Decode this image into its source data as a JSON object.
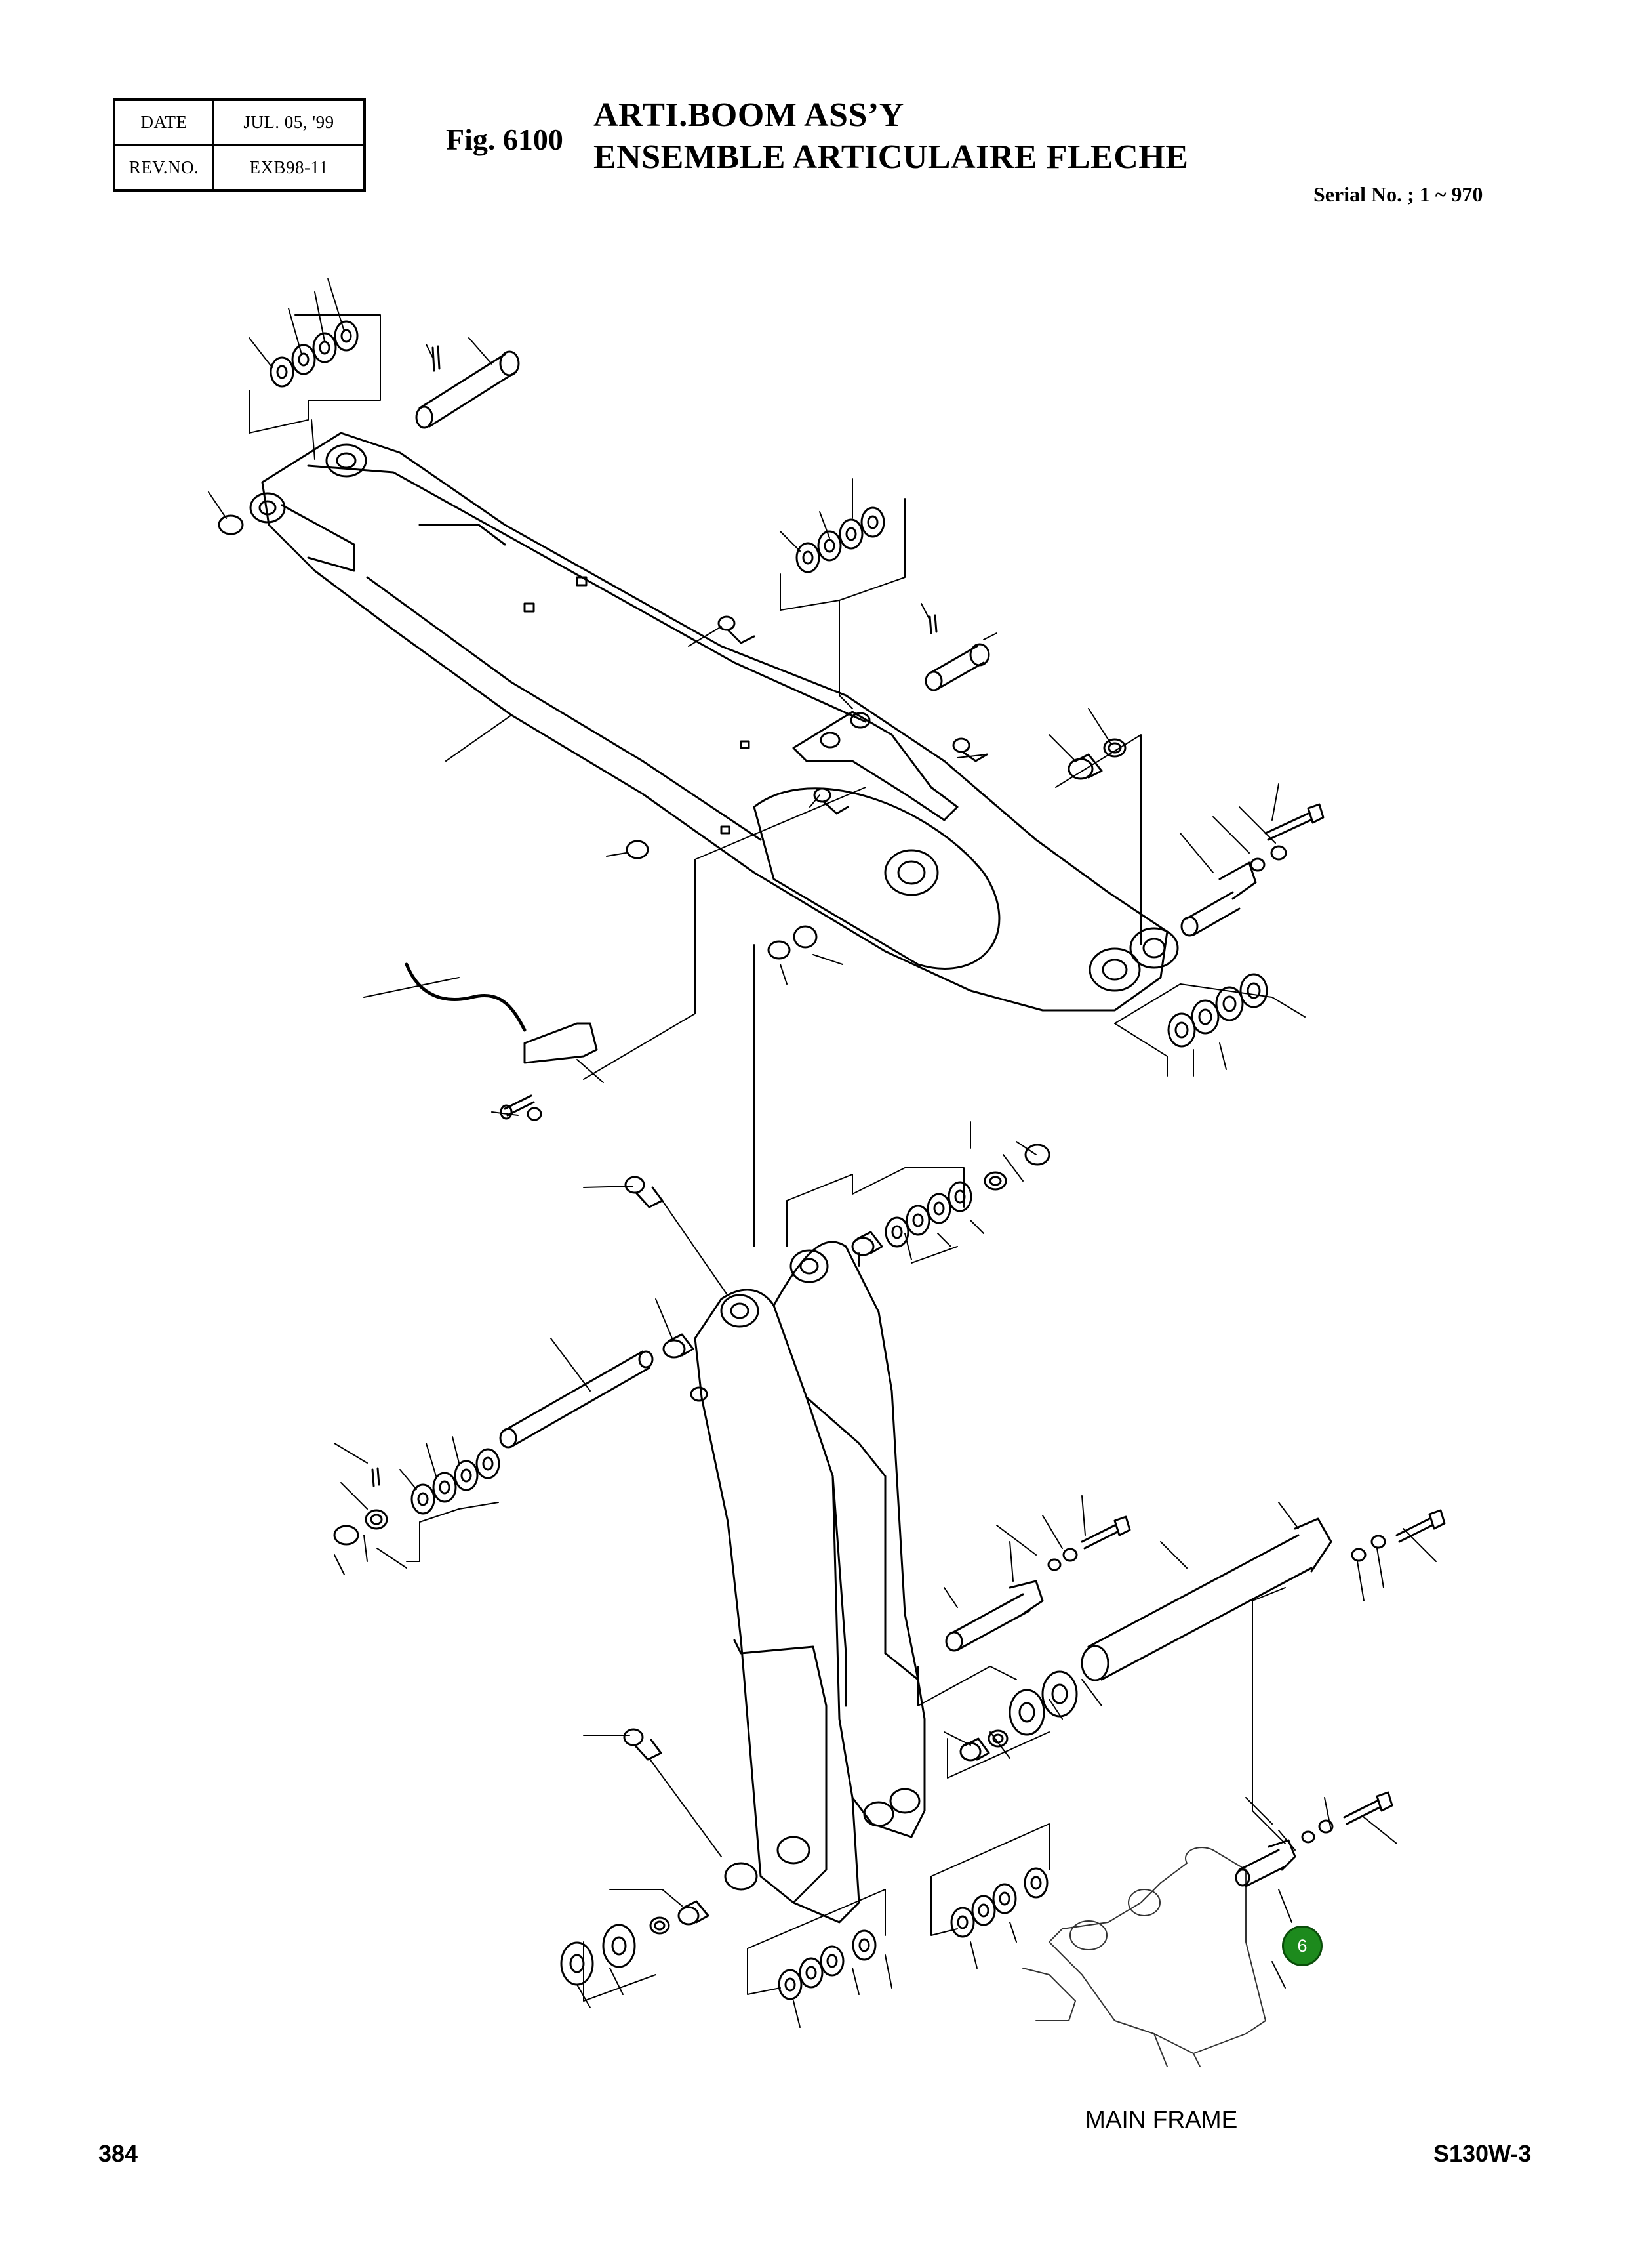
{
  "header_table": {
    "date_label": "DATE",
    "date_value": "JUL. 05, '99",
    "rev_label": "REV.NO.",
    "rev_value": "EXB98-11"
  },
  "figure": {
    "number": "Fig. 6100",
    "title_en": "ARTI.BOOM ASS’Y",
    "title_fr": "ENSEMBLE ARTICULAIRE FLECHE",
    "serial": "Serial No. ; 1 ~ 970"
  },
  "diagram": {
    "main_frame_label": "MAIN FRAME",
    "callout_number": "6",
    "callout_color": "#1d8a1d"
  },
  "footer": {
    "page_number": "384",
    "model": "S130W-3"
  }
}
